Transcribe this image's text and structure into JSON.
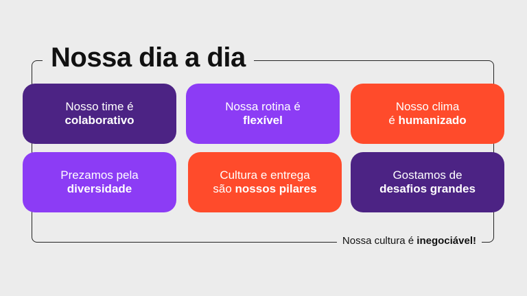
{
  "title": "Nossa dia a dia",
  "colors": {
    "dark_purple": "#4c2384",
    "purple": "#8c3cf5",
    "orange": "#ff4b2b"
  },
  "cards": [
    {
      "line1": "Nosso time é",
      "line2_prefix": "",
      "line2_bold": "colaborativo"
    },
    {
      "line1": "Nossa rotina é",
      "line2_prefix": "",
      "line2_bold": "flexível"
    },
    {
      "line1": "Nosso clima",
      "line2_prefix": "é ",
      "line2_bold": "humanizado"
    },
    {
      "line1": "Prezamos pela",
      "line2_prefix": "",
      "line2_bold": "diversidade"
    },
    {
      "line1": "Cultura e entrega",
      "line2_prefix": "são ",
      "line2_bold": "nossos pilares"
    },
    {
      "line1": "Gostamos de",
      "line2_prefix": "",
      "line2_bold": "desafios grandes"
    }
  ],
  "footer": {
    "prefix": "Nossa cultura é ",
    "bold": "inegociável!"
  }
}
